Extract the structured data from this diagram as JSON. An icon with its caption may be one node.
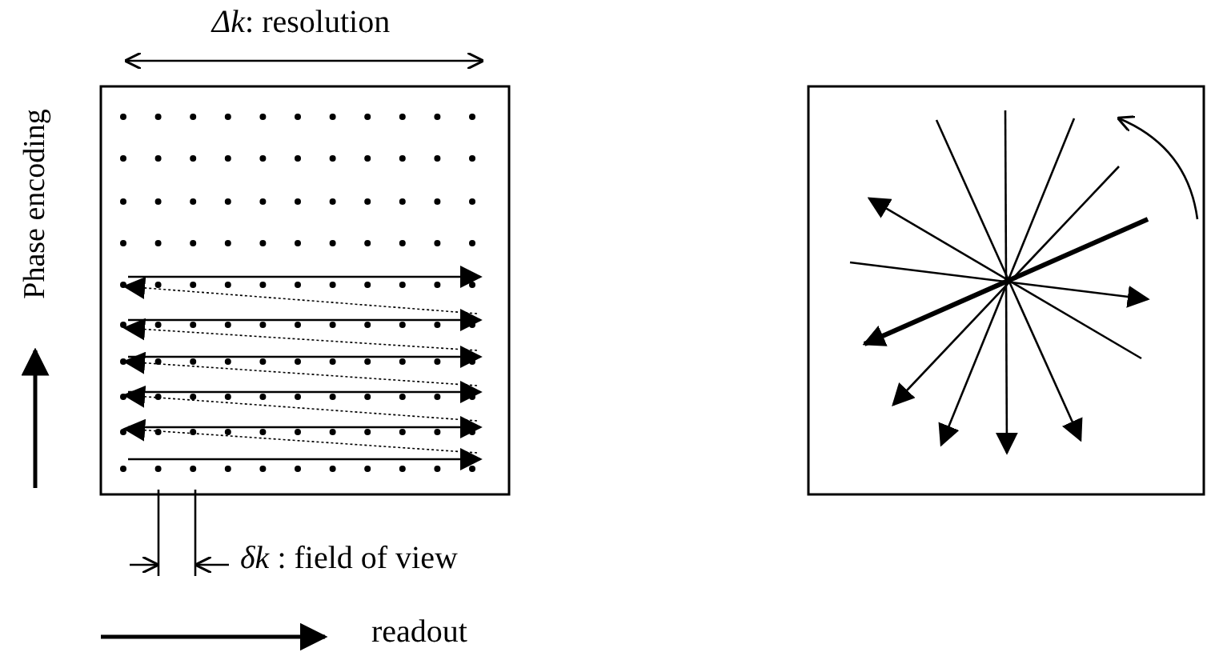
{
  "diagram": {
    "labels": [
      "*Δk*: resolution",
      "Phase encoding",
      "*δk* : field of view",
      "readout"
    ]
  }
}
